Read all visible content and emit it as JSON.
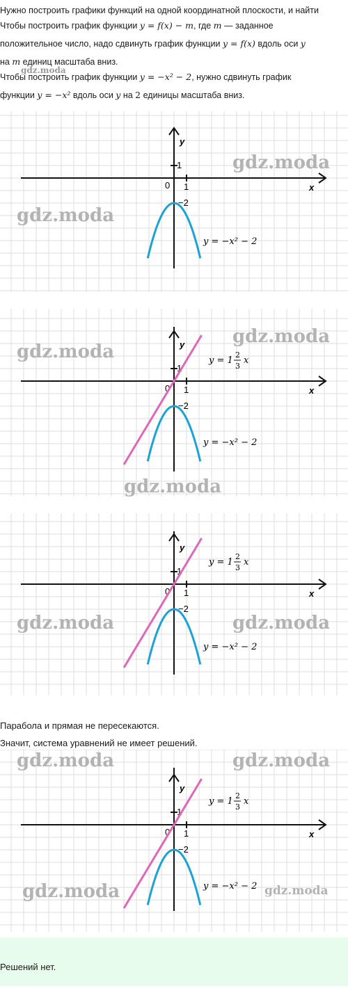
{
  "intro": {
    "line1": "Нужно построить графики функций на одной координатной плоскости, и найти",
    "line2_pre": "Чтобы построить график функции ",
    "line2_f": "y = f(x) − m",
    "line2_mid": ", где ",
    "line2_m": "m",
    "line2_post": " — заданное",
    "line3_pre": "положительное число, надо сдвинуть график функции ",
    "line3_f": "y = f(x)",
    "line3_mid": " вдоль оси ",
    "line3_y": "y",
    "line4_m": "m",
    "line4_post": " единиц масштаба вниз.",
    "line5_pre": "Чтобы построить график функции ",
    "line5_f": "y = −x² − 2",
    "line5_post": ", нужно сдвинуть график",
    "line6_pre": "функции ",
    "line6_f": "y = −x²",
    "line6_mid": " вдоль оси ",
    "line6_y": "y",
    "line6_mid2": " на ",
    "line6_n": "2",
    "line6_post": " единицы масштаба вниз.",
    "line4_pre": "на "
  },
  "watermark": "gdz.moda",
  "axes": {
    "x_label": "x",
    "y_label": "y",
    "origin": "0",
    "one": "1",
    "minus_two": "−2"
  },
  "labels": {
    "parabola": "y = −x² − 2",
    "line_y": "y = 1",
    "line_num": "2",
    "line_den": "3",
    "line_x": "x"
  },
  "colors": {
    "parabola": "#1aa3d4",
    "line": "#e066b8",
    "grid": "#dddddd"
  },
  "chart_data": [
    {
      "type": "line",
      "series": [
        {
          "name": "y = −x² − 2",
          "function": "-x^2 - 2"
        }
      ]
    },
    {
      "type": "line",
      "series": [
        {
          "name": "y = 1 2/3 x",
          "function": "5/3 x"
        },
        {
          "name": "y = −x² − 2",
          "function": "-x^2 - 2"
        }
      ]
    },
    {
      "type": "line",
      "series": [
        {
          "name": "y = 1 2/3 x",
          "function": "5/3 x"
        },
        {
          "name": "y = −x² − 2",
          "function": "-x^2 - 2"
        }
      ]
    },
    {
      "type": "line",
      "series": [
        {
          "name": "y = 1 2/3 x",
          "function": "5/3 x"
        },
        {
          "name": "y = −x² − 2",
          "function": "-x^2 - 2"
        }
      ]
    }
  ],
  "conclusion": {
    "line1": "Парабола и прямая не пересекаются.",
    "line2": "Значит, система уравнений не имеет решений."
  },
  "answer": "Решений нет."
}
